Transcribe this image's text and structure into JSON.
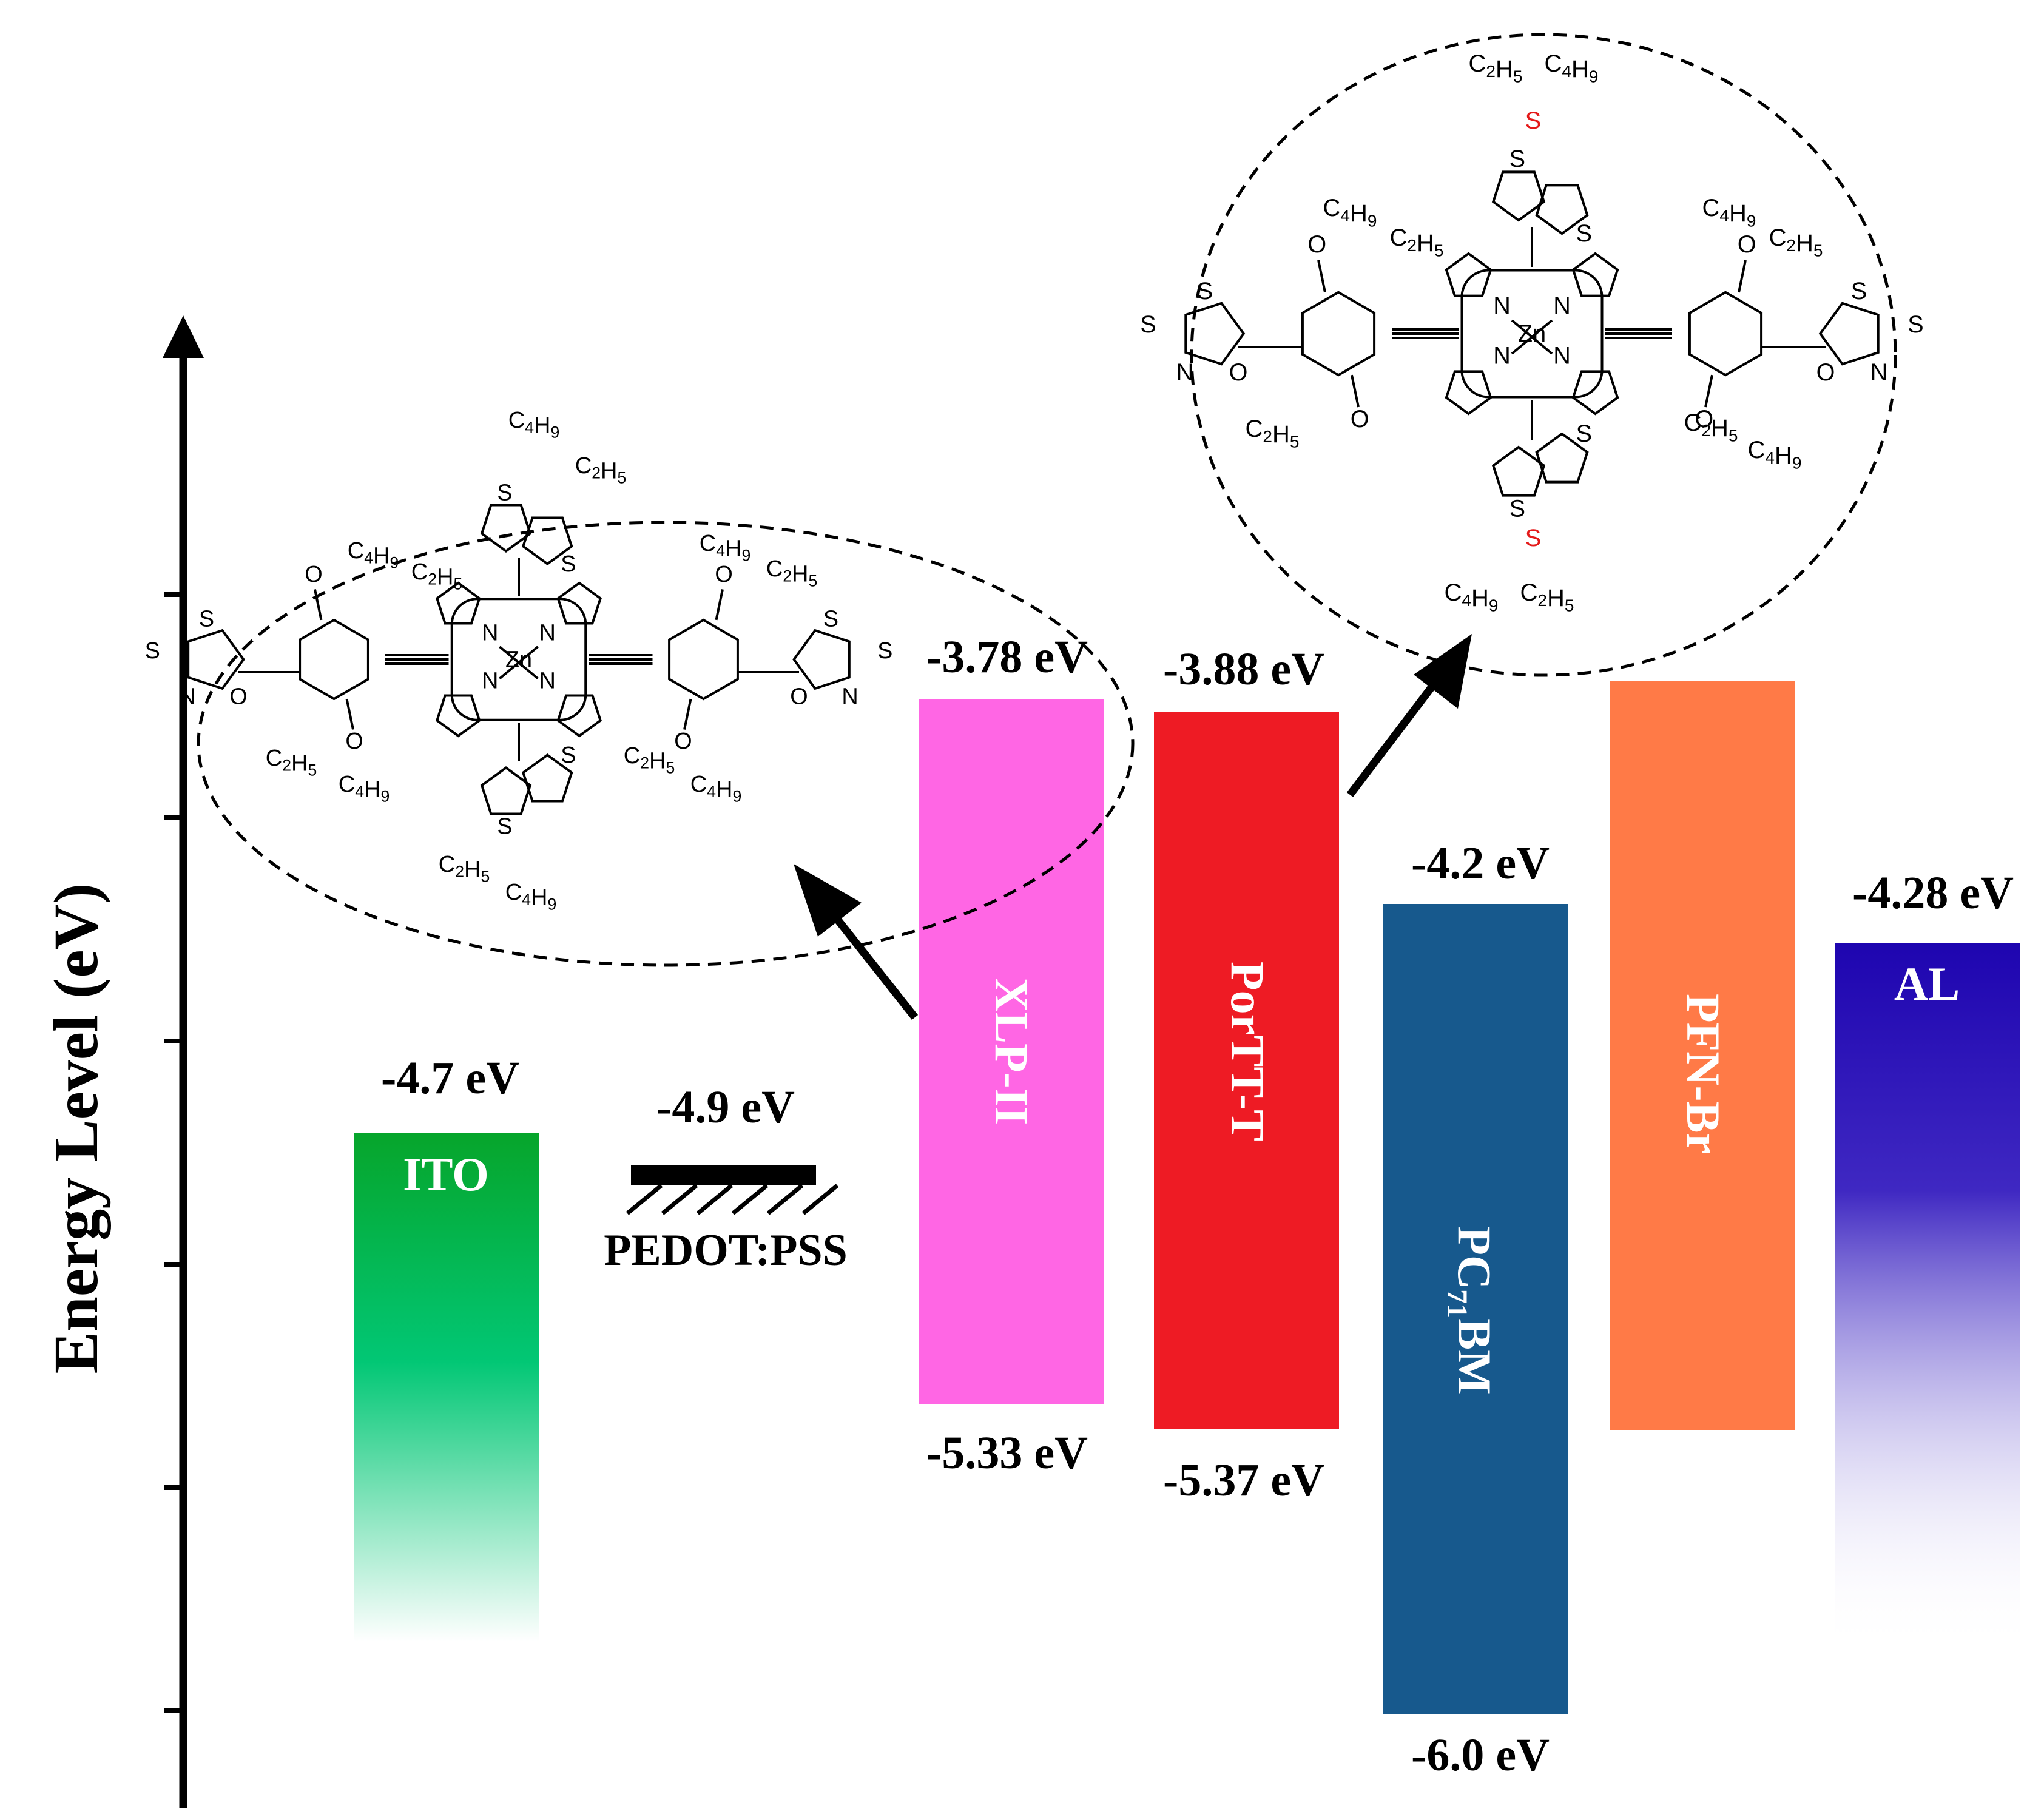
{
  "axis": {
    "label": "Energy Level (eV)"
  },
  "layers": [
    {
      "id": "ito",
      "label": "ITO",
      "top_label": "-4.7 eV",
      "top": -4.7,
      "color": "#06a52b",
      "fade": true
    },
    {
      "id": "pedot",
      "label": "PEDOT:PSS",
      "top_label": "-4.9 eV",
      "top": -4.9
    },
    {
      "id": "xlp",
      "label": "XLP-II",
      "top_label": "-3.78 eV",
      "bottom_label": "-5.33 eV",
      "top": -3.78,
      "bottom": -5.33,
      "color": "#ff66e4"
    },
    {
      "id": "portt",
      "label": "PorTT-T",
      "top_label": "-3.88 eV",
      "bottom_label": "-5.37 eV",
      "top": -3.88,
      "bottom": -5.37,
      "color": "#ee1b24"
    },
    {
      "id": "pcbm",
      "label_main": "PC",
      "label_sub": "71",
      "label_end": "BM",
      "top_label": "-4.2 eV",
      "bottom_label": "-6.0 eV",
      "top": -4.2,
      "bottom": -6.0,
      "color": "#17598d"
    },
    {
      "id": "pfn",
      "label": "PFN-Br",
      "color": "#ff7a47"
    },
    {
      "id": "al",
      "label": "AL",
      "top_label": "-4.28 eV",
      "top": -4.28,
      "color": "#2209b5",
      "fade": true
    }
  ],
  "molecules": {
    "left": {
      "metal": "Zn",
      "n": "N",
      "o": "O",
      "s": "S",
      "c4h9": "C4H9",
      "c2h5": "C2H5"
    },
    "right": {
      "metal": "Zn",
      "n": "N",
      "o": "O",
      "s": "S",
      "s_red": "S",
      "c4h9": "C4H9",
      "c2h5": "C2H5"
    }
  }
}
